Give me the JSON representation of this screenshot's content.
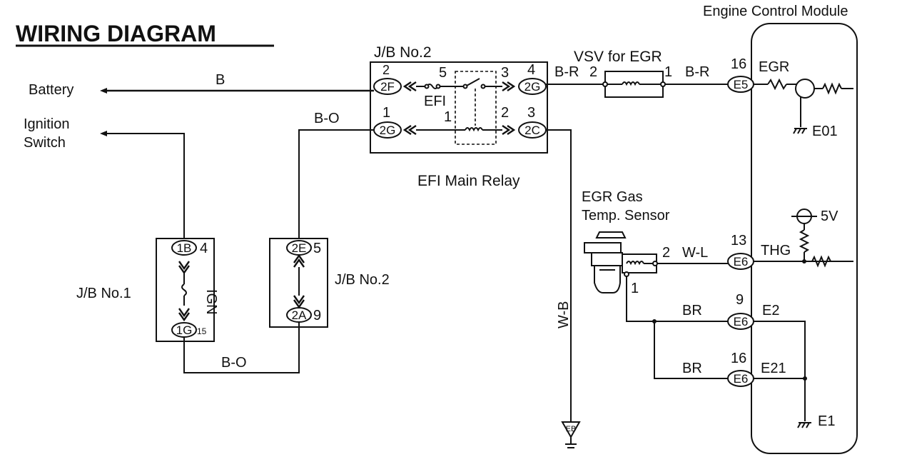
{
  "title": "WIRING DIAGRAM",
  "labels": {
    "battery": "Battery",
    "ignition_line1": "Ignition",
    "ignition_line2": "Switch",
    "jb1": "J/B No.1",
    "jb2_lower": "J/B No.2",
    "jb2_upper": "J/B No.2",
    "efi_main_relay": "EFI Main Relay",
    "efi_fuse": "EFI",
    "ign_fuse": "IGN",
    "vsv": "VSV for EGR",
    "egr_sensor_line1": "EGR Gas",
    "egr_sensor_line2": "Temp. Sensor",
    "ecm": "Engine Control Module"
  },
  "wires": {
    "battery": "B",
    "ignition_to_jb": "B-O",
    "jb1_to_jb2": "B-O",
    "relay_to_vsv": "B-R",
    "vsv_to_ecm": "B-R",
    "relay_ground": "W-B",
    "sensor_signal": "W-L",
    "sensor_e2": "BR",
    "sensor_e21": "BR"
  },
  "connectors": {
    "jb2_top_2f": "2F",
    "jb2_top_2g_left": "2G",
    "jb2_top_2g_right": "2G",
    "jb2_top_2c": "2C",
    "jb1_1b": "1B",
    "jb1_1g": "1G",
    "jb2_low_2e": "2E",
    "jb2_low_2a": "2A",
    "ecm_e5": "E5",
    "ecm_e6_thg": "E6",
    "ecm_e6_e2": "E6",
    "ecm_e6_e21": "E6"
  },
  "pins": {
    "p_2f": "2",
    "p_2g_left": "1",
    "p_relay5": "5",
    "p_relay1": "1",
    "p_relay3": "3",
    "p_relay2": "2",
    "p_2g_right": "4",
    "p_2c": "3",
    "p_vsv_in": "2",
    "p_vsv_out": "1",
    "p_e5": "16",
    "p_1b": "4",
    "p_1g": "15",
    "p_2e": "5",
    "p_2a": "9",
    "p_sensor_sig": "2",
    "p_sensor_gnd": "1",
    "p_e6_thg": "13",
    "p_e6_e2": "9",
    "p_e6_e21": "16"
  },
  "ecm_terminals": {
    "egr": "EGR",
    "e01": "E01",
    "v5": "5V",
    "thg": "THG",
    "e2": "E2",
    "e21": "E21",
    "e1": "E1"
  },
  "ground_marker": "EB"
}
